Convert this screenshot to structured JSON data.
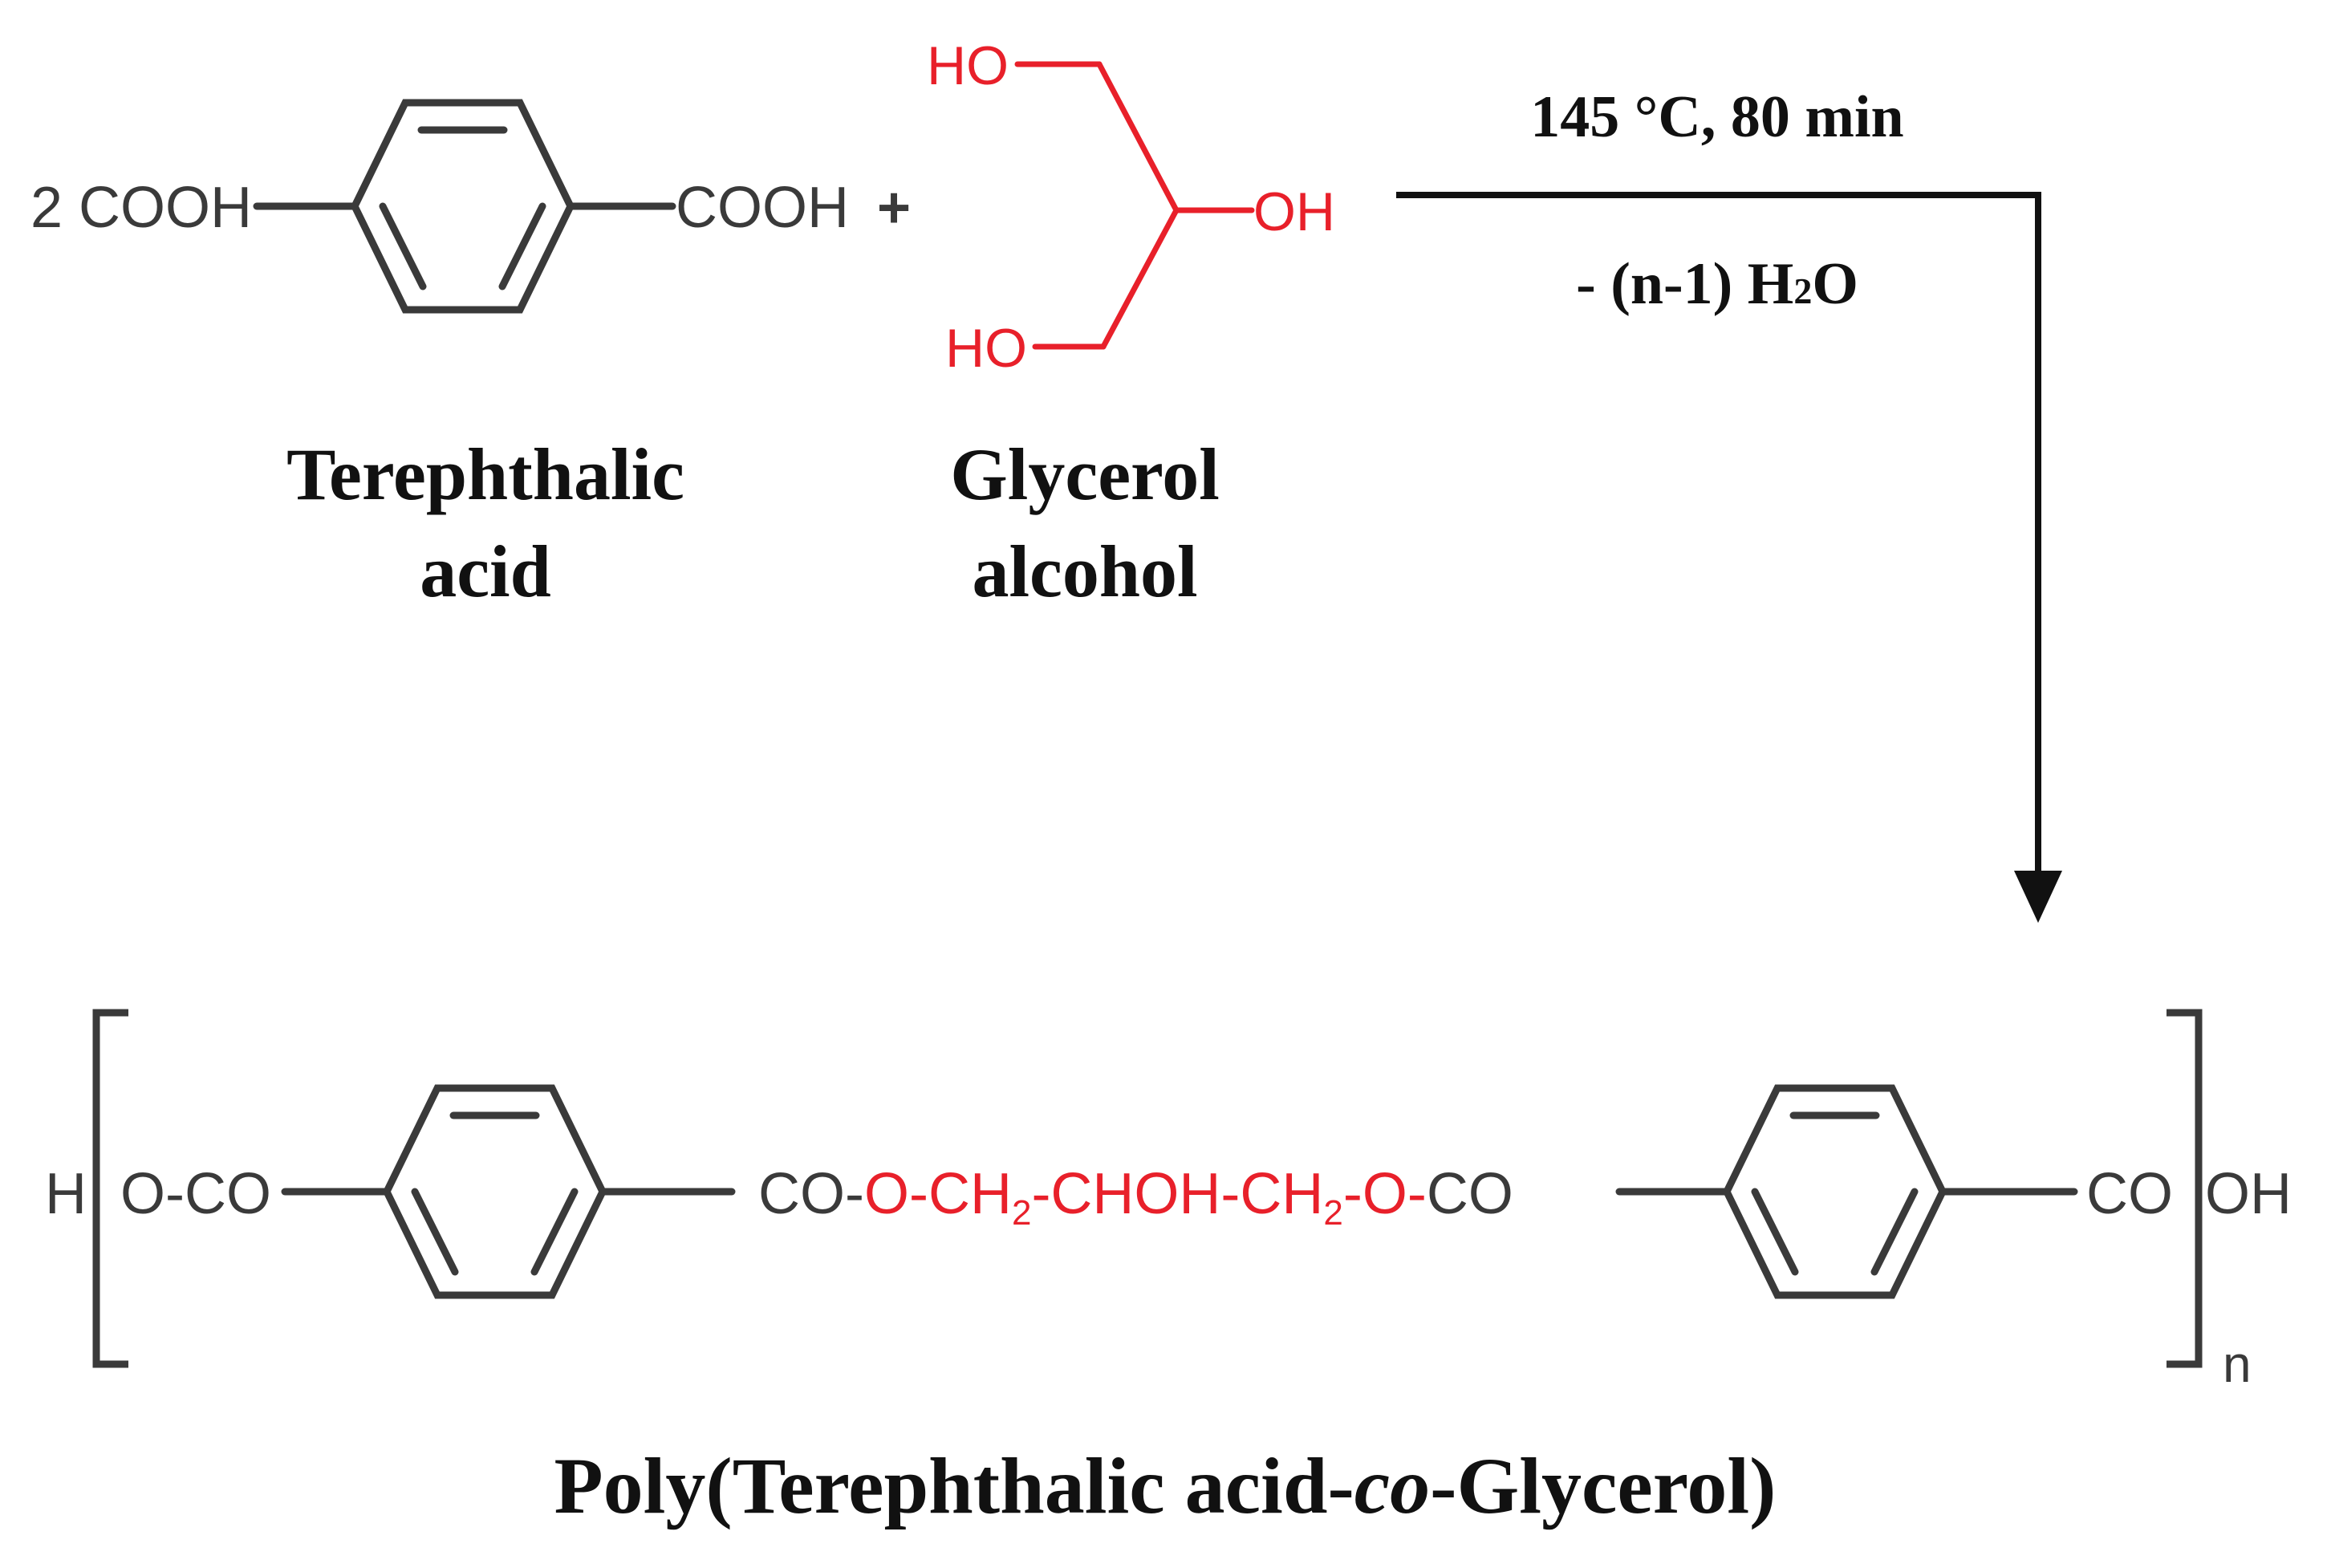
{
  "colors": {
    "ink": "#3a3a3a",
    "black": "#111111",
    "red": "#e8202a"
  },
  "reactants": {
    "acid": {
      "coefficient_left": "2 COOH",
      "right_group": "COOH",
      "plus": "+",
      "name_line1": "Terephthalic",
      "name_line2": "acid"
    },
    "glycerol": {
      "ho_top": "HO",
      "oh_mid": "OH",
      "ho_bottom": "HO",
      "name_line1": "Glycerol",
      "name_line2": "alcohol"
    }
  },
  "conditions": {
    "line1": "145 °C, 80 min",
    "line2_prefix": "- (n-1) H",
    "line2_sub": "2",
    "line2_suffix": "O"
  },
  "product": {
    "end_h": "H",
    "left_link": "O-CO",
    "co_before_chain": "CO-",
    "chain_o1": "O-CH",
    "sub1": "2",
    "chain_mid": "-CHOH-CH",
    "sub2": "2",
    "chain_o2": "-O-",
    "co_after_chain": "CO",
    "end_co": "CO",
    "end_oh": "OH",
    "repeat_subscript": "n",
    "name_prefix": "Poly(Terephthalic acid-",
    "name_italic": "co",
    "name_suffix": "-Glycerol)"
  }
}
